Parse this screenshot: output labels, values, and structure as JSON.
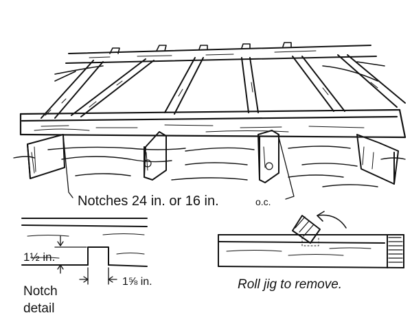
{
  "labels": {
    "notches": "Notches 24 in. or 16 in.",
    "oc": "o.c.",
    "depth": "1½ in.",
    "width": "1⅝ in.",
    "notch_detail_line1": "Notch",
    "notch_detail_line2": "detail",
    "roll_jig": "Roll jig to remove."
  },
  "colors": {
    "ink": "#111111",
    "paper": "#ffffff"
  }
}
